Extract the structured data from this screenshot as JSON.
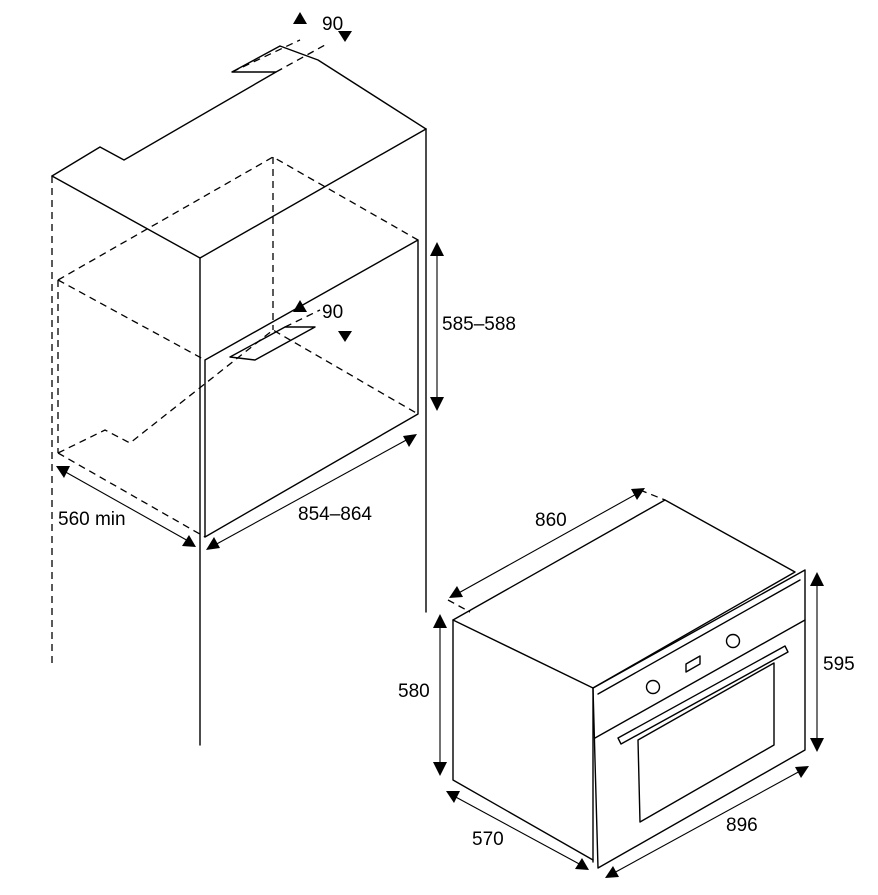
{
  "niche": {
    "dims": {
      "top_depth": "90",
      "inner_depth": "90",
      "height": "585–588",
      "width": "854–864",
      "depth": "560 min"
    }
  },
  "oven": {
    "dims": {
      "top_width": "860",
      "body_height": "580",
      "front_height": "595",
      "depth": "570",
      "front_width": "896"
    }
  }
}
